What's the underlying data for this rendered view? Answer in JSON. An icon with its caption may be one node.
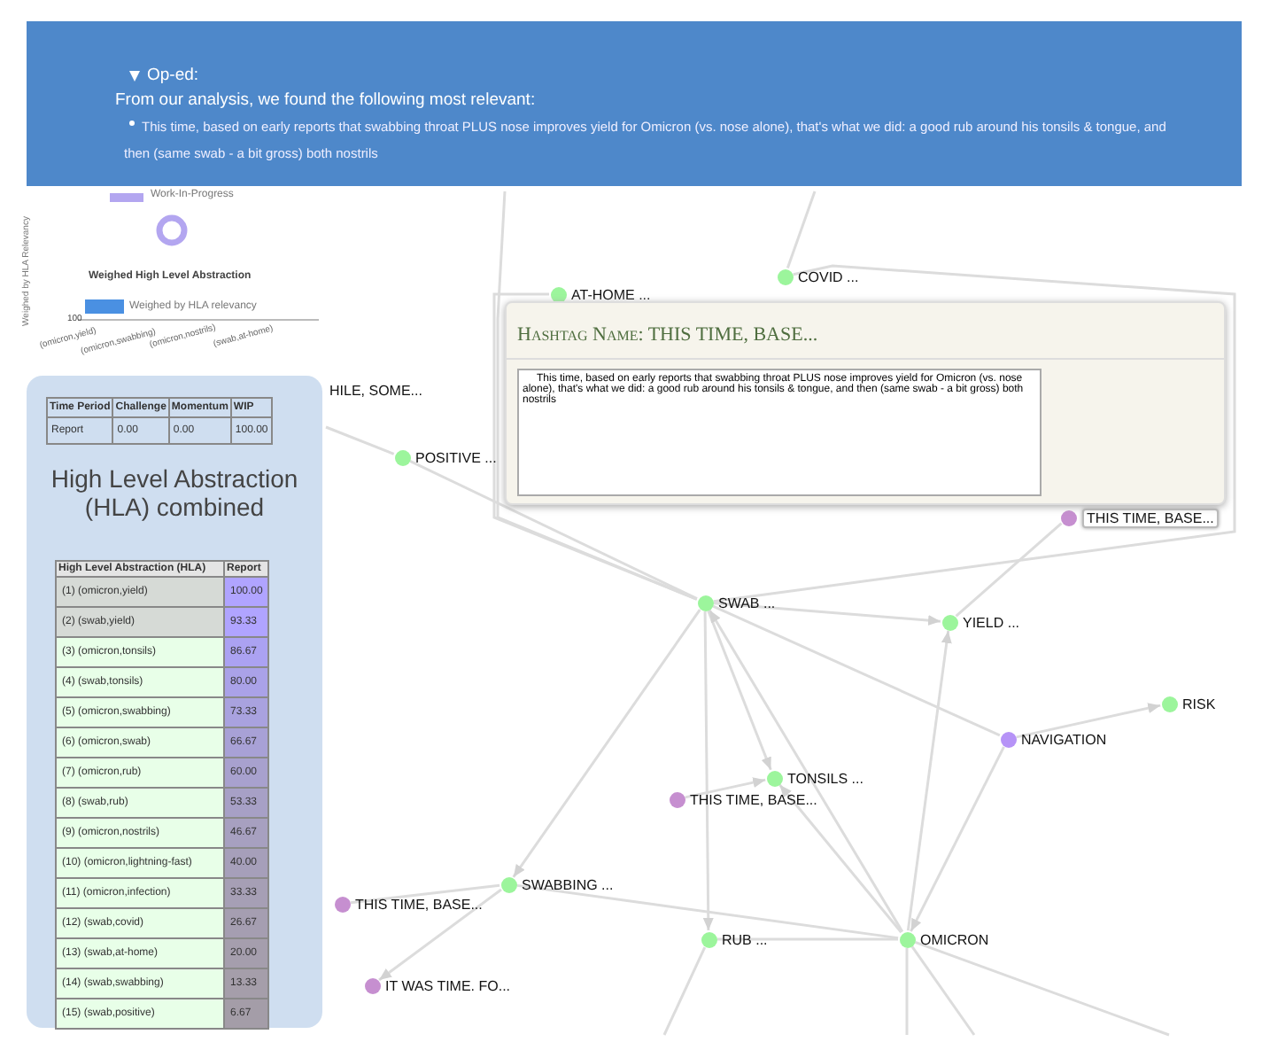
{
  "diagram": {
    "nodes": [
      {
        "text": [
          "AT-HOME ..."
        ]
      },
      {
        "text": [
          "COVID ..."
        ]
      },
      {
        "text": [
          "HILE, SOME..."
        ]
      },
      {
        "text": [
          "POSITIVE ..."
        ]
      },
      {
        "text": [
          "Hashtag Name: THIS TIME, BASE...",
          "This time, based on early reports that swabbing throat PLUS nose improves yield for Omicron (vs. nose alone), that's what we did: a good rub around his tonsils & tongue, and then (same swab - a bit gross) both nostrils"
        ]
      },
      {
        "text": [
          "THIS TIME, BASE..."
        ]
      },
      {
        "text": [
          "SWAB ..."
        ]
      },
      {
        "text": [
          "YIELD ..."
        ]
      },
      {
        "text": [
          "RISK"
        ]
      },
      {
        "text": [
          "NAVIGATION"
        ]
      },
      {
        "text": [
          "TONSILS ..."
        ]
      },
      {
        "text": [
          "THIS TIME, BASE..."
        ]
      },
      {
        "text": [
          "SWABBING ..."
        ]
      },
      {
        "text": [
          "THIS TIME, BASE..."
        ]
      },
      {
        "text": [
          "RUB ..."
        ]
      },
      {
        "text": [
          "OMICRON"
        ]
      },
      {
        "text": [
          "IT WAS TIME. FO..."
        ]
      }
    ],
    "edges": [
      {
        "from": null,
        "to": 6,
        "arrow": "none"
      },
      {
        "from": 0,
        "to": 6,
        "arrow": "none"
      },
      {
        "from": 1,
        "to": 6,
        "arrow": "none"
      },
      {
        "from": null,
        "to": 1,
        "arrow": "none"
      },
      {
        "from": 2,
        "to": 3,
        "arrow": "none"
      },
      {
        "from": 3,
        "to": 6,
        "arrow": "none"
      },
      {
        "from": 6,
        "to": 7,
        "arrow": "to"
      },
      {
        "from": 5,
        "to": 7,
        "arrow": "none"
      },
      {
        "from": 15,
        "to": 7,
        "arrow": "to"
      },
      {
        "from": 9,
        "to": 6,
        "arrow": "none"
      },
      {
        "from": 9,
        "to": 8,
        "arrow": "to"
      },
      {
        "from": 9,
        "to": 15,
        "arrow": "to"
      },
      {
        "from": 6,
        "to": 10,
        "arrow": "to"
      },
      {
        "from": 15,
        "to": 6,
        "arrow": "to"
      },
      {
        "from": 6,
        "to": 14,
        "arrow": "to"
      },
      {
        "from": 6,
        "to": 12,
        "arrow": "to"
      },
      {
        "from": 11,
        "to": 10,
        "arrow": "to"
      },
      {
        "from": 15,
        "to": 10,
        "arrow": "to"
      },
      {
        "from": 12,
        "to": 13,
        "arrow": "none"
      },
      {
        "from": 12,
        "to": 16,
        "arrow": "to"
      },
      {
        "from": 12,
        "to": 15,
        "arrow": "none"
      },
      {
        "from": 15,
        "to": 14,
        "arrow": "none"
      },
      {
        "from": 14,
        "to": null,
        "arrow": "none"
      },
      {
        "from": 15,
        "to": null,
        "arrow": "none"
      },
      {
        "from": 15,
        "to": null,
        "arrow": "none"
      },
      {
        "from": 15,
        "to": null,
        "arrow": "none"
      }
    ],
    "labels": [
      "Op-ed:",
      "From our analysis, we found the following most relevant:",
      "This time, based on early reports that swabbing throat PLUS nose improves yield for Omicron (vs. nose alone), that's what we did: a good rub around his tonsils & tongue, and then (same swab - a bit gross) both nostrils",
      "Weighed High Level Abstraction",
      "Weighed by HLA Relevancy",
      "100",
      "(omicron,yield)",
      "(omicron,swabbing)",
      "(omicron,nostrils)",
      "(swab,at-home)",
      "Time Period",
      "Challenge",
      "Momentum",
      "WIP",
      "Report",
      "0.00",
      "0.00",
      "100.00",
      "High Level Abstraction (HLA) combined",
      "High Level Abstraction (HLA)",
      "Report",
      "(1) (omicron,yield)",
      "100.00",
      "(2) (swab,yield)",
      "93.33",
      "(3) (omicron,tonsils)",
      "86.67",
      "(4) (swab,tonsils)",
      "80.00",
      "(5) (omicron,swabbing)",
      "73.33",
      "(6) (omicron,swab)",
      "66.67",
      "(7) (omicron,rub)",
      "60.00",
      "(8) (swab,rub)",
      "53.33",
      "(9) (omicron,nostrils)",
      "46.67",
      "(10) (omicron,lightning-fast)",
      "40.00",
      "(11) (omicron,infection)",
      "33.33",
      "(12) (swab,covid)",
      "26.67",
      "(13) (swab,at-home)",
      "20.00",
      "(14) (swab,swabbing)",
      "13.33",
      "(15) (swab,positive)",
      "6.67"
    ],
    "legend": [
      {
        "text": "Work-In-Progress",
        "color": "#b3a6f0"
      },
      {
        "text": "Weighed by HLA relevancy",
        "color": "#4a90e2"
      }
    ]
  }
}
